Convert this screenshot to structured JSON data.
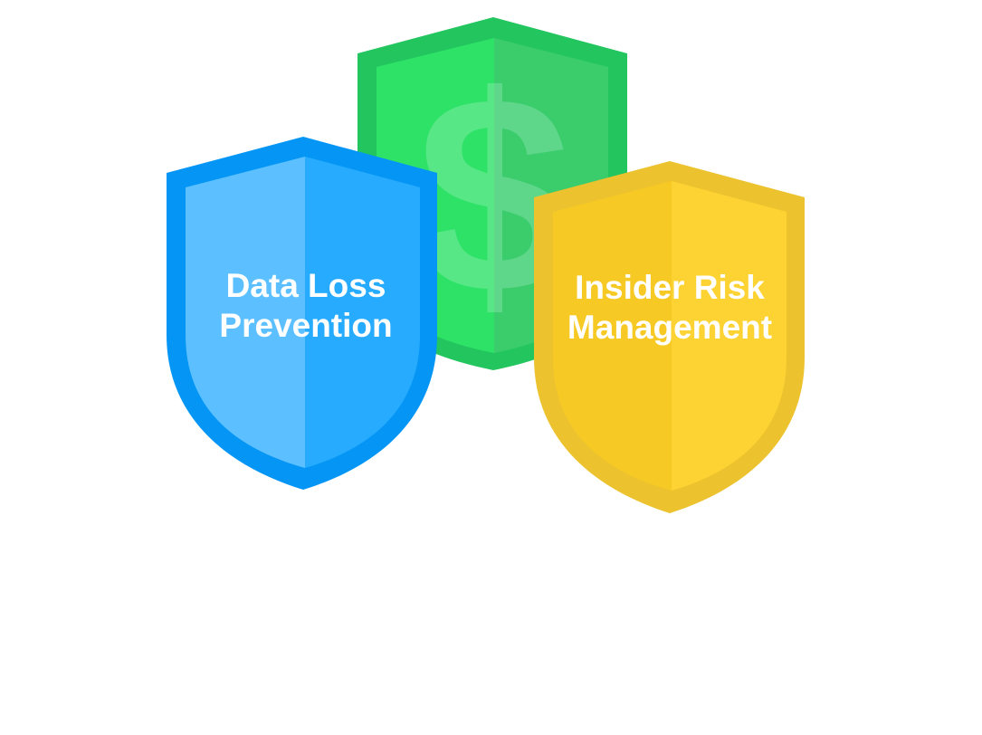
{
  "shields": {
    "center": {
      "glyph": "$",
      "icon": "dollar-sign-icon",
      "colors": {
        "outer": "#22c55e",
        "left": "#2ee267",
        "right": "#3bcc6c",
        "glyph_left": "#58e786",
        "glyph_right": "#5fd78a"
      }
    },
    "left": {
      "line1": "Data Loss",
      "line2": "Prevention",
      "colors": {
        "outer": "#0596f5",
        "left": "#5cbfff",
        "right": "#27abff"
      }
    },
    "right": {
      "line1": "Insider Risk",
      "line2": "Management",
      "colors": {
        "outer": "#ecc22e",
        "left": "#f7c924",
        "right": "#fdd333"
      }
    }
  }
}
